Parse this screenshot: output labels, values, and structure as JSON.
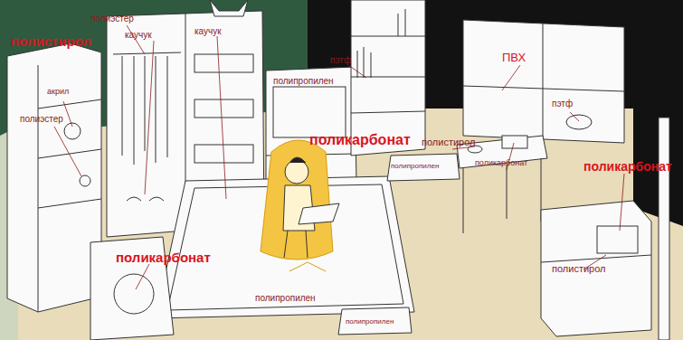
{
  "diagram": {
    "labels": [
      "полиэстер",
      "каучук",
      "каучук",
      "полистирол",
      "пэтф",
      "полипропилен",
      "ПВХ",
      "акрил",
      "пэтф",
      "полиэстер",
      "полистирол",
      "поликарбонат",
      "полипропилен",
      "поликарбонат",
      "поликарбонат",
      "поликарбонат",
      "полистирол",
      "полипропилен",
      "полипропилен"
    ]
  }
}
